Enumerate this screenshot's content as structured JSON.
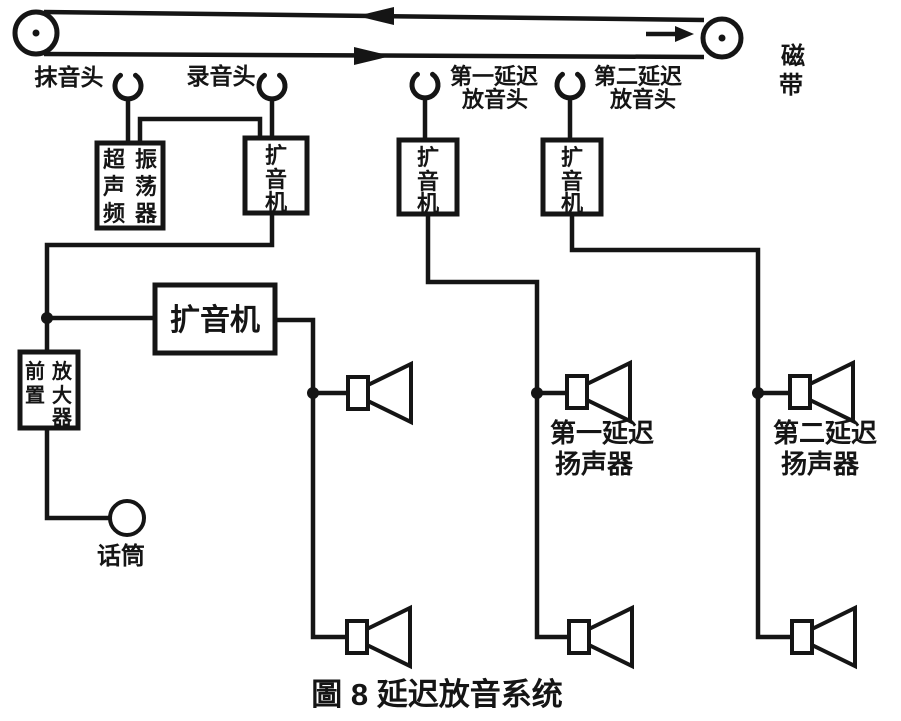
{
  "caption": "圖 8   延迟放音系统",
  "tape": {
    "label": [
      "磁",
      "带"
    ]
  },
  "heads": {
    "erase_label": "抹音头",
    "record_label": "录音头",
    "delay1_label_line1": "第一延迟",
    "delay1_label_line2": "放音头",
    "delay2_label_line1": "第二延迟",
    "delay2_label_line2": "放音头"
  },
  "boxes": {
    "oscillator_col1": [
      "超",
      "声",
      "频"
    ],
    "oscillator_col2": [
      "振",
      "荡",
      "器"
    ],
    "record_amp": [
      "扩",
      "音",
      "机"
    ],
    "delay1_amp": [
      "扩",
      "音",
      "机"
    ],
    "delay2_amp": [
      "扩",
      "音",
      "机"
    ],
    "main_amp_label": "扩音机",
    "preamp_col1": [
      "前",
      "置"
    ],
    "preamp_col2": [
      "放",
      "大",
      "器"
    ]
  },
  "mic_label": "话筒",
  "speaker_labels": {
    "delay1_line1": "第一延迟",
    "delay1_line2": "扬声器",
    "delay2_line1": "第二延迟",
    "delay2_line2": "扬声器"
  },
  "colors": {
    "ink": "#151515",
    "paper": "#ffffff"
  }
}
